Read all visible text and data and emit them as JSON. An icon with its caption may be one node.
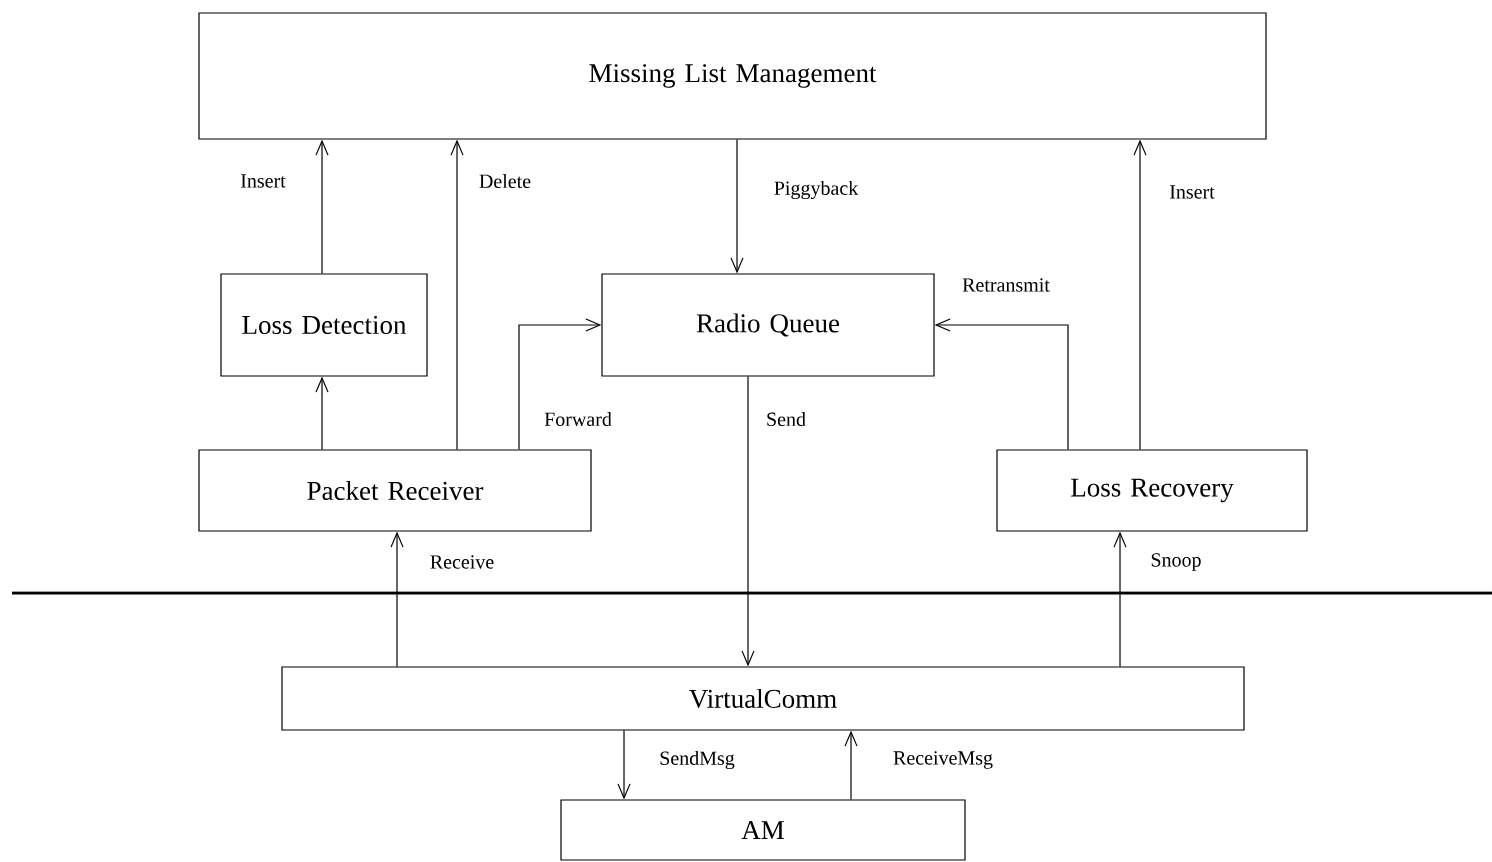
{
  "diagram": {
    "nodes": [
      {
        "text": [
          "Missing List Management"
        ]
      },
      {
        "text": [
          "Loss Detection"
        ]
      },
      {
        "text": [
          "Radio Queue"
        ]
      },
      {
        "text": [
          "Packet Receiver"
        ]
      },
      {
        "text": [
          "Loss Recovery"
        ]
      },
      {
        "text": [
          "VirtualComm"
        ]
      },
      {
        "text": [
          "AM"
        ]
      }
    ],
    "edges": [
      {
        "from": 1,
        "to": 0,
        "arrow": "to",
        "label": "Insert"
      },
      {
        "from": 3,
        "to": 0,
        "arrow": "to",
        "label": "Delete"
      },
      {
        "from": 0,
        "to": 2,
        "arrow": "to",
        "label": "Piggyback"
      },
      {
        "from": 3,
        "to": 1,
        "arrow": "to"
      },
      {
        "from": 3,
        "to": 2,
        "arrow": "to",
        "label": "Forward"
      },
      {
        "from": 4,
        "to": 2,
        "arrow": "to",
        "label": "Retransmit"
      },
      {
        "from": 4,
        "to": 0,
        "arrow": "to",
        "label": "Insert"
      },
      {
        "from": 2,
        "to": 5,
        "arrow": "to",
        "label": "Send"
      },
      {
        "from": 5,
        "to": 3,
        "arrow": "to",
        "label": "Receive"
      },
      {
        "from": 5,
        "to": 4,
        "arrow": "to",
        "label": "Snoop"
      },
      {
        "from": 5,
        "to": 6,
        "arrow": "to",
        "label": "SendMsg"
      },
      {
        "from": 6,
        "to": 5,
        "arrow": "to",
        "label": "ReceiveMsg"
      }
    ]
  }
}
